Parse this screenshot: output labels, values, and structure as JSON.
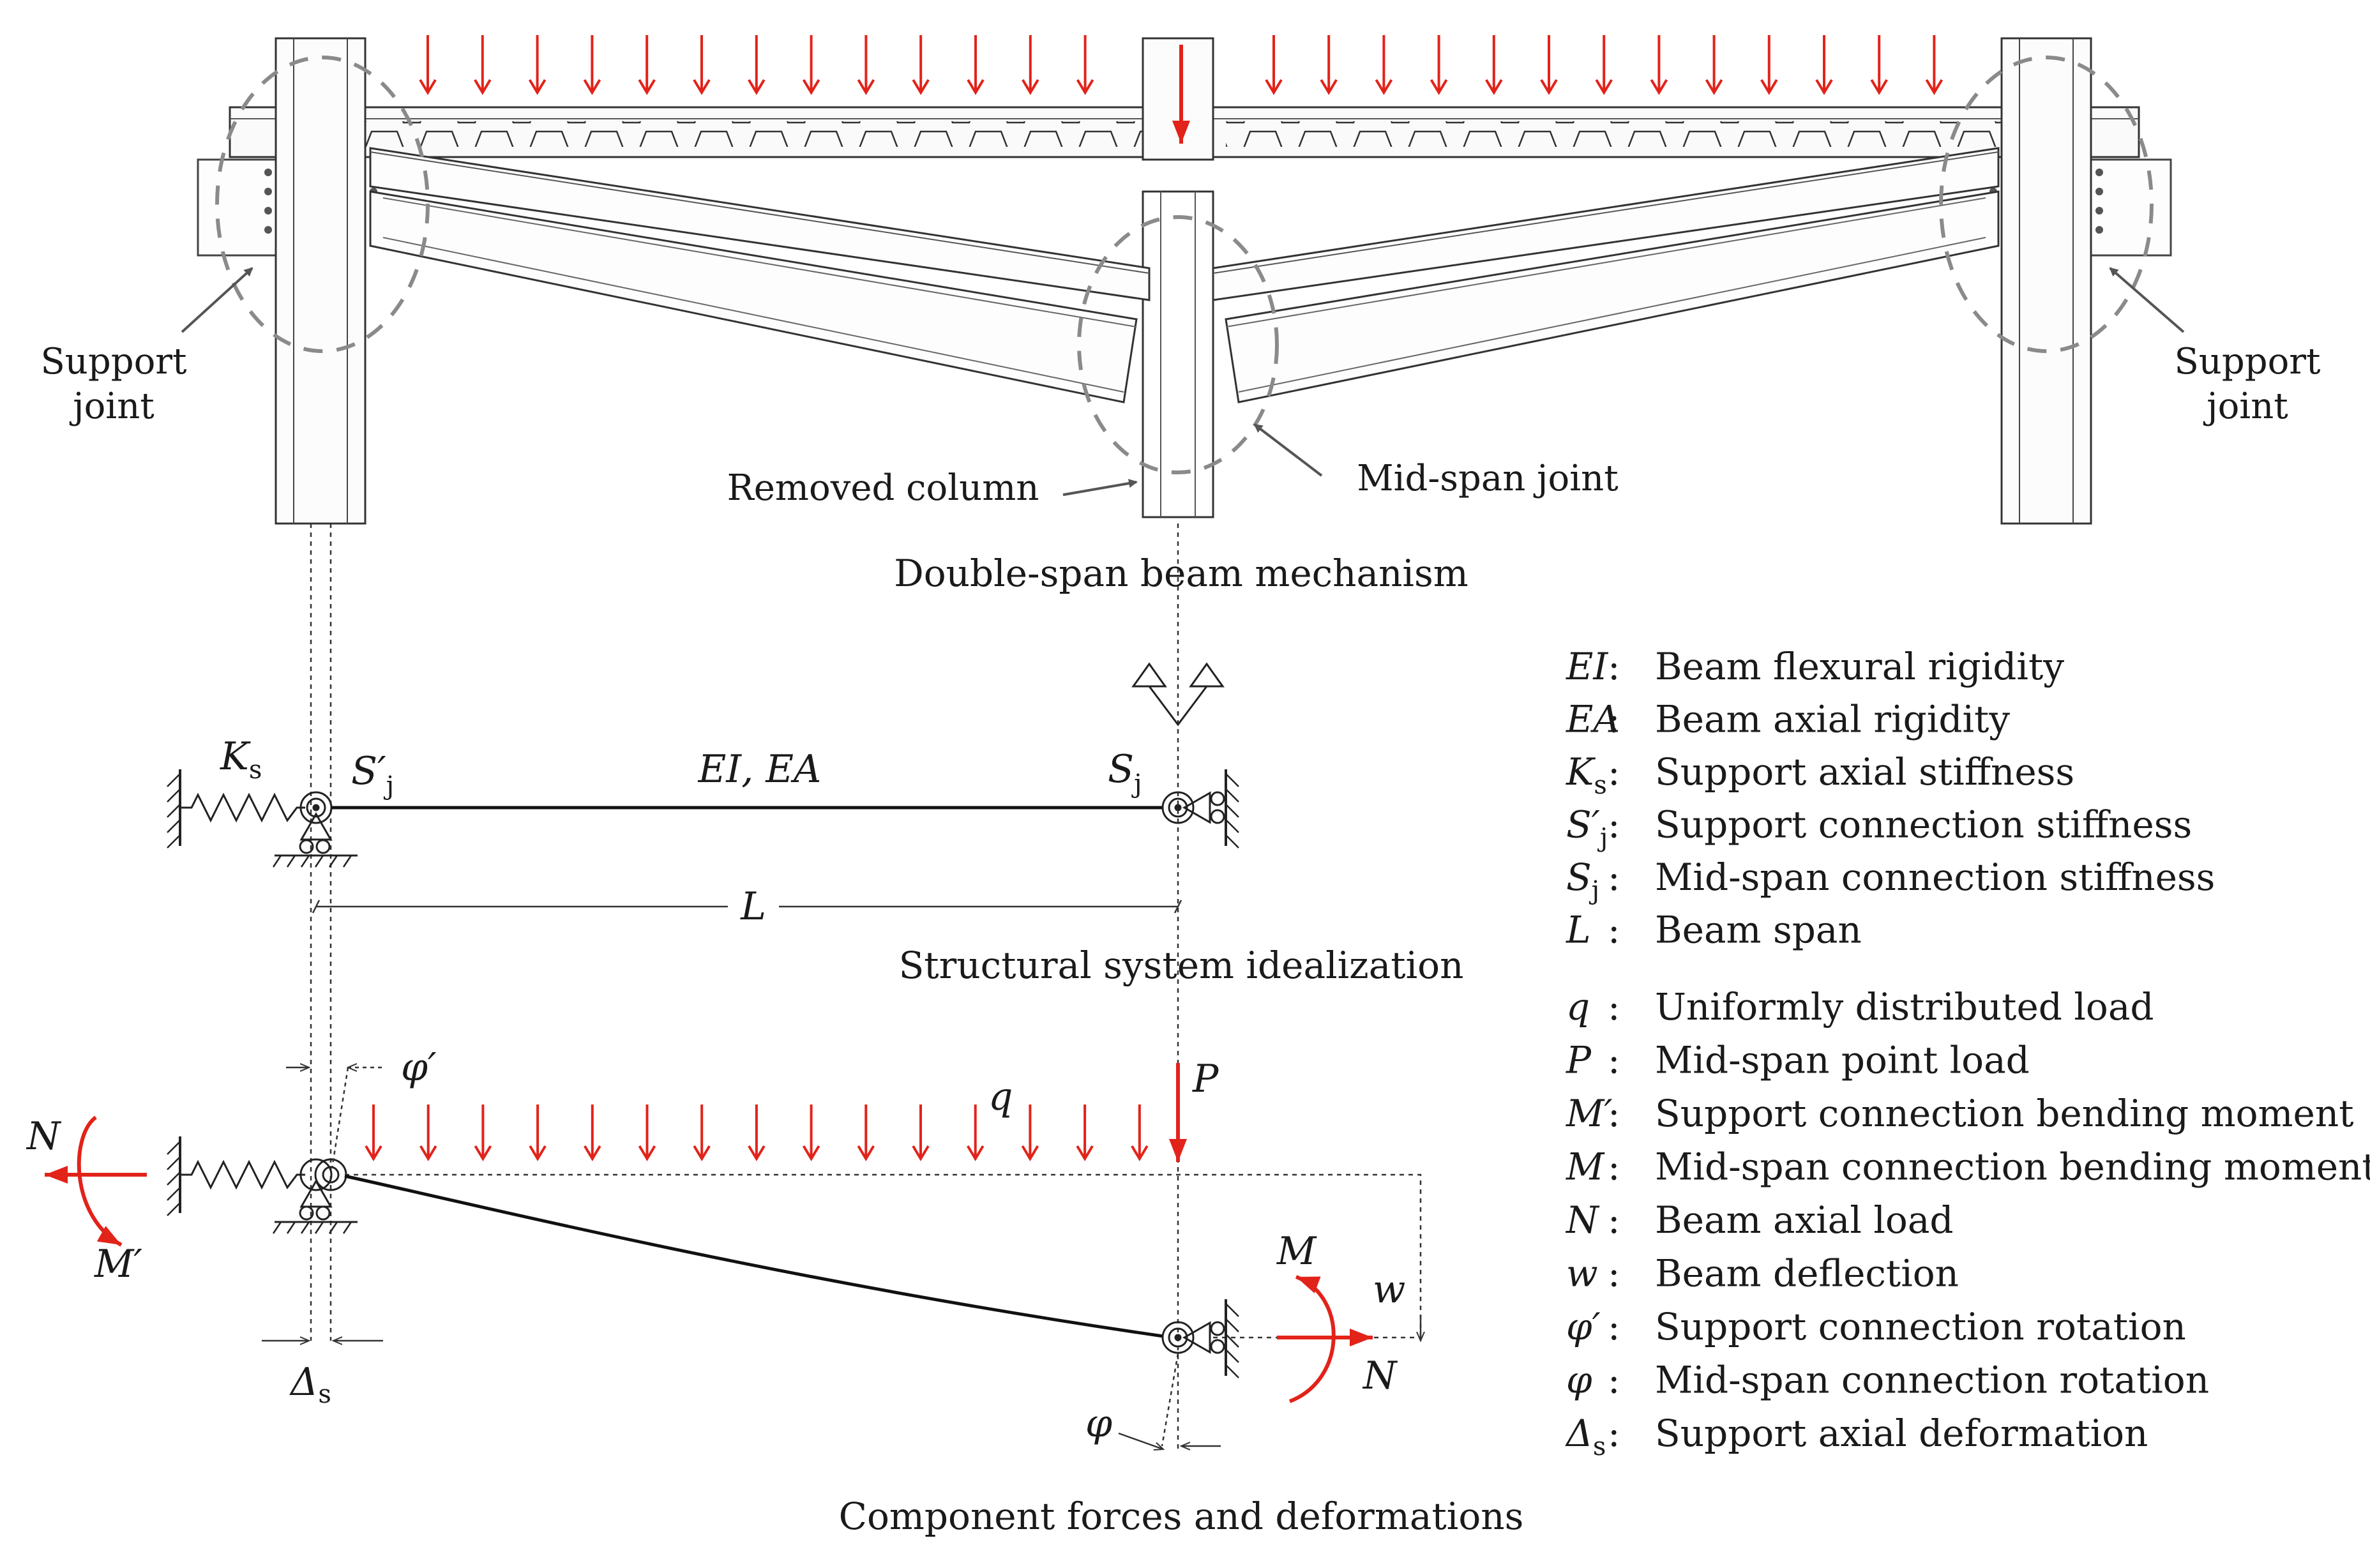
{
  "panel1": {
    "caption": "Double-span beam mechanism",
    "support_joint_label": [
      "Support",
      "joint"
    ],
    "removed_column_label": "Removed column",
    "midspan_joint_label": "Mid-span joint"
  },
  "panel2": {
    "caption": "Structural system idealization",
    "ks": {
      "main": "K",
      "sub": "s"
    },
    "sj_prime": {
      "main": "S′",
      "sub": "j"
    },
    "sj": {
      "main": "S",
      "sub": "j"
    },
    "beam_props": "EI, EA",
    "span": "L"
  },
  "panel3": {
    "caption": "Component forces and deformations",
    "phi_prime": "φ′",
    "q": "q",
    "p": "P",
    "n": "N",
    "m_prime": "M′",
    "m": "M",
    "w": "w",
    "phi": "φ",
    "delta_s": {
      "main": "Δ",
      "sub": "s"
    }
  },
  "legend": {
    "group1": [
      {
        "symbol": "EI",
        "sub": "",
        "sep": " : ",
        "desc": "Beam flexural rigidity"
      },
      {
        "symbol": "EA",
        "sub": "",
        "sep": ": ",
        "desc": "Beam axial rigidity"
      },
      {
        "symbol": "K",
        "sub": "s",
        "sep": " : ",
        "desc": "Support axial stiffness"
      },
      {
        "symbol": "S′",
        "sub": "j",
        "sep": " : ",
        "desc": "Support connection stiffness"
      },
      {
        "symbol": "S",
        "sub": "j",
        "sep": " : ",
        "desc": "Mid-span connection stiffness"
      },
      {
        "symbol": "L",
        "sub": "",
        "sep": " : ",
        "desc": "Beam span"
      }
    ],
    "group2": [
      {
        "symbol": "q",
        "sub": "",
        "sep": " : ",
        "desc": "Uniformly distributed load"
      },
      {
        "symbol": "P",
        "sub": "",
        "sep": " : ",
        "desc": "Mid-span point load"
      },
      {
        "symbol": "M′",
        "sub": "",
        "sep": ": ",
        "desc": "Support connection bending moment"
      },
      {
        "symbol": "M",
        "sub": "",
        "sep": " : ",
        "desc": "Mid-span connection bending moment"
      },
      {
        "symbol": "N",
        "sub": "",
        "sep": " : ",
        "desc": "Beam axial load"
      },
      {
        "symbol": "w",
        "sub": "",
        "sep": " : ",
        "desc": "Beam deflection"
      },
      {
        "symbol": "φ′",
        "sub": "",
        "sep": " : ",
        "desc": "Support connection rotation"
      },
      {
        "symbol": "φ",
        "sub": "",
        "sep": " : ",
        "desc": "Mid-span connection rotation"
      },
      {
        "symbol": "Δ",
        "sub": "s",
        "sep": " : ",
        "desc": "Support axial deformation"
      }
    ]
  },
  "colors": {
    "load": "#e2231a",
    "ink": "#1a1a1a",
    "dash": "#8a8a8a"
  }
}
